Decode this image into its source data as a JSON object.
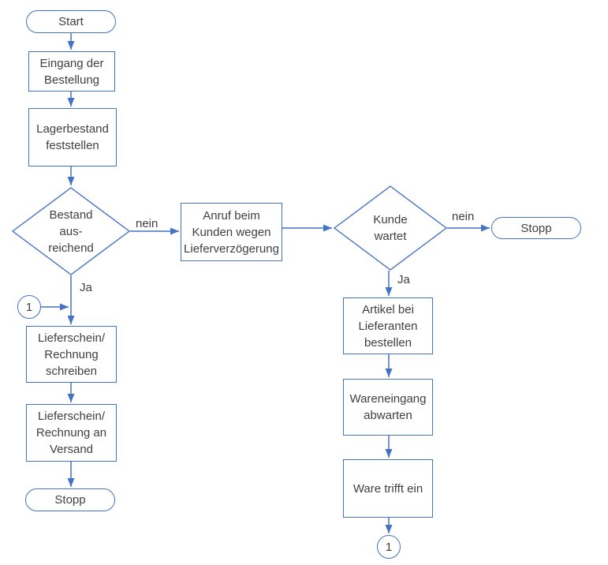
{
  "colors": {
    "accent": "#4472C4",
    "text": "#3F3F3F",
    "background": "#FFFFFF"
  },
  "nodes": {
    "start": {
      "type": "terminator",
      "label": "Start"
    },
    "order_received": {
      "type": "process",
      "label": "Eingang der\nBestellung"
    },
    "check_stock": {
      "type": "process",
      "label": "Lagerbestand\nfeststellen"
    },
    "stock_sufficient": {
      "type": "decision",
      "label": "Bestand\naus-\nreichend"
    },
    "call_customer": {
      "type": "process",
      "label": "Anruf beim\nKunden wegen\nLieferverzögerung"
    },
    "customer_waits": {
      "type": "decision",
      "label": "Kunde\nwartet"
    },
    "stop_right": {
      "type": "terminator",
      "label": "Stopp"
    },
    "order_from_supplier": {
      "type": "process",
      "label": "Artikel bei\nLieferanten\nbestellen"
    },
    "await_goods": {
      "type": "process",
      "label": "Wareneingang\nabwarten"
    },
    "goods_arrive": {
      "type": "process",
      "label": "Ware trifft ein"
    },
    "connector_left": {
      "type": "connector",
      "label": "1"
    },
    "connector_bottom": {
      "type": "connector",
      "label": "1"
    },
    "write_invoice": {
      "type": "process",
      "label": "Lieferschein/\nRechnung\nschreiben"
    },
    "invoice_to_shipping": {
      "type": "process",
      "label": "Lieferschein/\nRechnung an\nVersand"
    },
    "stop_left": {
      "type": "terminator",
      "label": "Stopp"
    }
  },
  "edge_labels": {
    "stock_no": "nein",
    "stock_yes": "Ja",
    "wait_no": "nein",
    "wait_yes": "Ja"
  }
}
